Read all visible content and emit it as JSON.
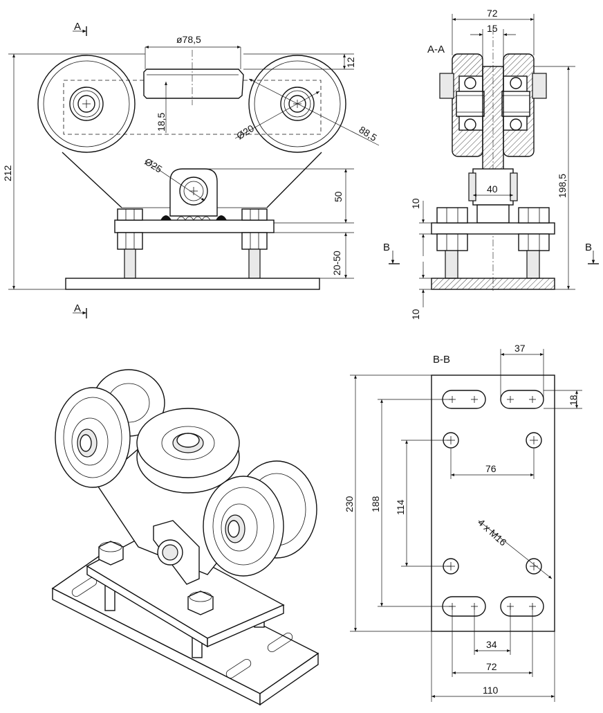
{
  "front_view": {
    "section_marker": "A",
    "dims": {
      "d_78_5": "ø78,5",
      "d_12": "12",
      "d_18_5": "18,5",
      "d_20": "Ø20",
      "d_88_5": "88,5",
      "d_25": "Ø25",
      "d_50": "50",
      "d_212": "212",
      "d_20_50": "20-50"
    }
  },
  "section_aa": {
    "title": "A-A",
    "section_marker": "B",
    "dims": {
      "d_72": "72",
      "d_15": "15",
      "d_40": "40",
      "d_198_5": "198,5",
      "d_10_top": "10",
      "d_10_bottom": "10"
    }
  },
  "section_bb": {
    "title": "B-B",
    "dims": {
      "d_37": "37",
      "d_18": "18",
      "d_76": "76",
      "d_230": "230",
      "d_188": "188",
      "d_114": "114",
      "d_4xm16": "4 x M16",
      "d_34": "34",
      "d_72": "72",
      "d_110": "110"
    }
  },
  "isometric_view": {}
}
